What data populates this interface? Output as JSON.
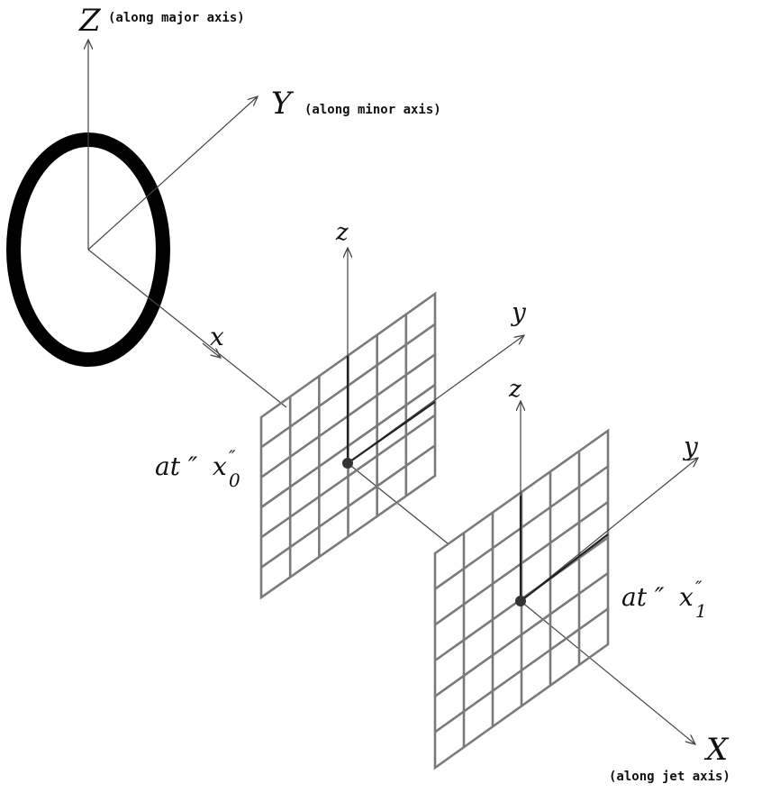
{
  "labels": {
    "Z": "Z",
    "Z_note": "(along major axis)",
    "Y": "Y",
    "Y_note": "(along minor axis)",
    "X": "X",
    "X_note": "(along jet axis)",
    "x": "x",
    "plane0": {
      "z": "z",
      "y": "y",
      "at_prefix": "at ″",
      "var": "x",
      "sup": "″",
      "sub": "0"
    },
    "plane1": {
      "z": "z",
      "y": "y",
      "at_prefix": "at ″",
      "var": "x",
      "sup": "″",
      "sub": "1"
    }
  },
  "colors": {
    "axis": "#444444",
    "grid": "#7a7a7a",
    "ring": "#000000",
    "dot": "#333333"
  }
}
